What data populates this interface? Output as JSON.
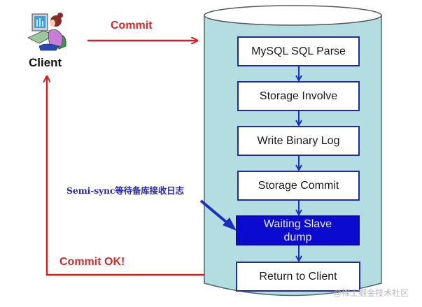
{
  "client": {
    "label": "Client",
    "icon": "person-at-computer-icon"
  },
  "arrows": {
    "commit_label": "Commit",
    "commit_ok_label": "Commit OK!"
  },
  "annotation": {
    "text": "Semi-sync等待备库接收日志"
  },
  "pipeline": {
    "steps": [
      {
        "label": "MySQL SQL Parse",
        "highlighted": false
      },
      {
        "label": "Storage Involve",
        "highlighted": false
      },
      {
        "label": "Write Binary Log",
        "highlighted": false
      },
      {
        "label": "Storage Commit",
        "highlighted": false
      },
      {
        "label": "Waiting Slave dump",
        "highlighted": true
      },
      {
        "label": "Return to Client",
        "highlighted": false
      }
    ]
  },
  "colors": {
    "red_arrow": "#d42020",
    "blue_arrow": "#1a2fc0",
    "cylinder_fill": "#b3dde0",
    "highlight_box": "#0a0ad0"
  },
  "watermark": "@稀土掘金技术社区"
}
